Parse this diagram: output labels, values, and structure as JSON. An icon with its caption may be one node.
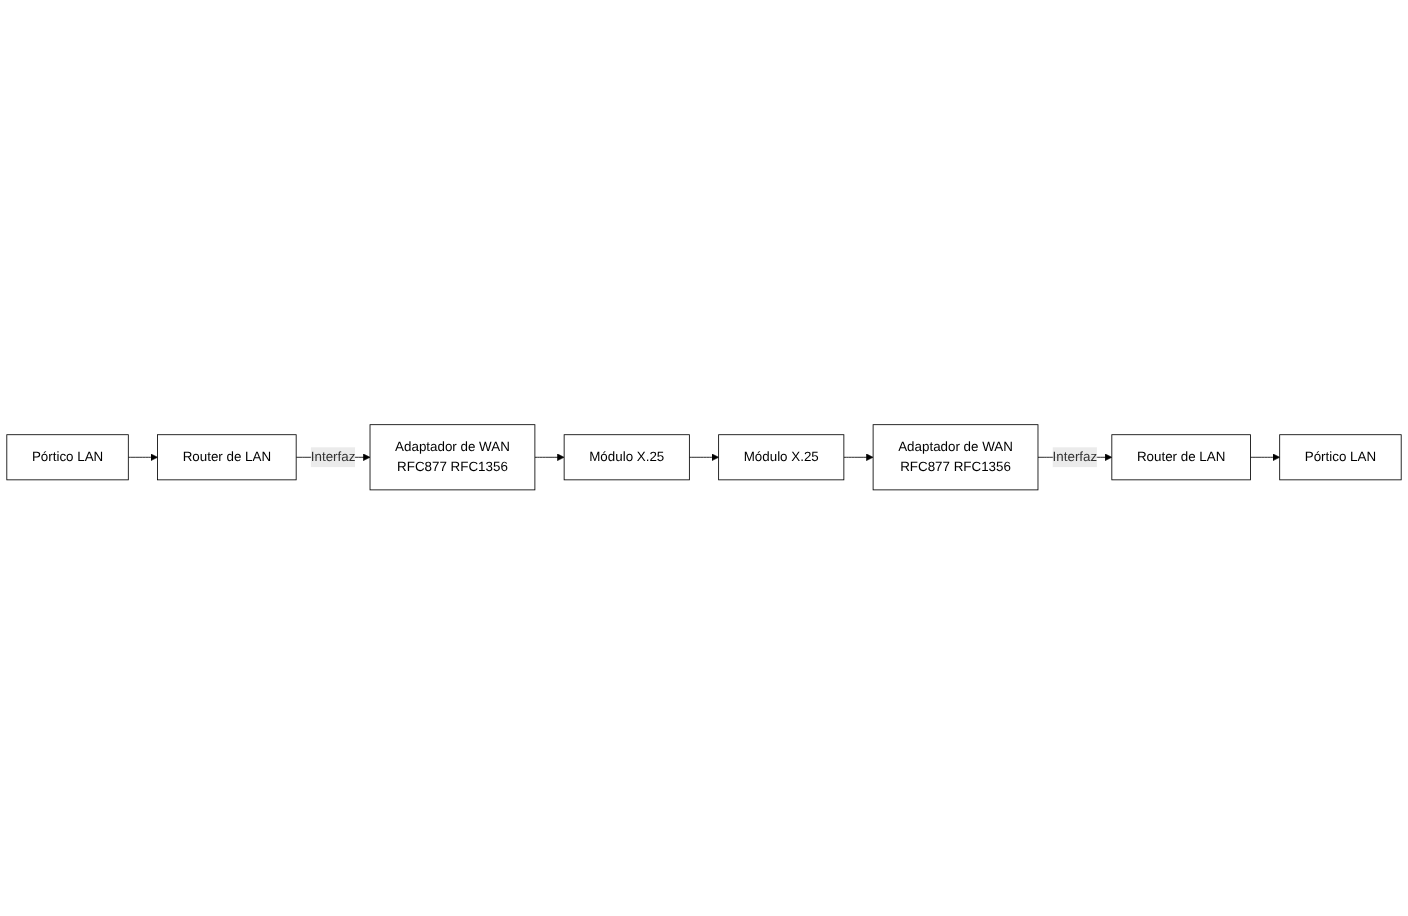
{
  "diagram": {
    "nodes": [
      {
        "text": [
          "Pórtico LAN"
        ]
      },
      {
        "text": [
          "Router de LAN"
        ]
      },
      {
        "text": [
          "Adaptador de WAN",
          "RFC877 RFC1356"
        ]
      },
      {
        "text": [
          "Módulo X.25"
        ]
      },
      {
        "text": [
          "Módulo X.25"
        ]
      },
      {
        "text": [
          "Adaptador de WAN",
          "RFC877 RFC1356"
        ]
      },
      {
        "text": [
          "Router de LAN"
        ]
      },
      {
        "text": [
          "Pórtico LAN"
        ]
      }
    ],
    "edges": [
      {
        "from": 0,
        "to": 1,
        "arrow": "to"
      },
      {
        "from": 1,
        "to": 2,
        "arrow": "to",
        "label": "Interfaz"
      },
      {
        "from": 2,
        "to": 3,
        "arrow": "to"
      },
      {
        "from": 3,
        "to": 4,
        "arrow": "to"
      },
      {
        "from": 4,
        "to": 5,
        "arrow": "to"
      },
      {
        "from": 5,
        "to": 6,
        "arrow": "to",
        "label": "Interfaz"
      },
      {
        "from": 6,
        "to": 7,
        "arrow": "to"
      }
    ]
  }
}
